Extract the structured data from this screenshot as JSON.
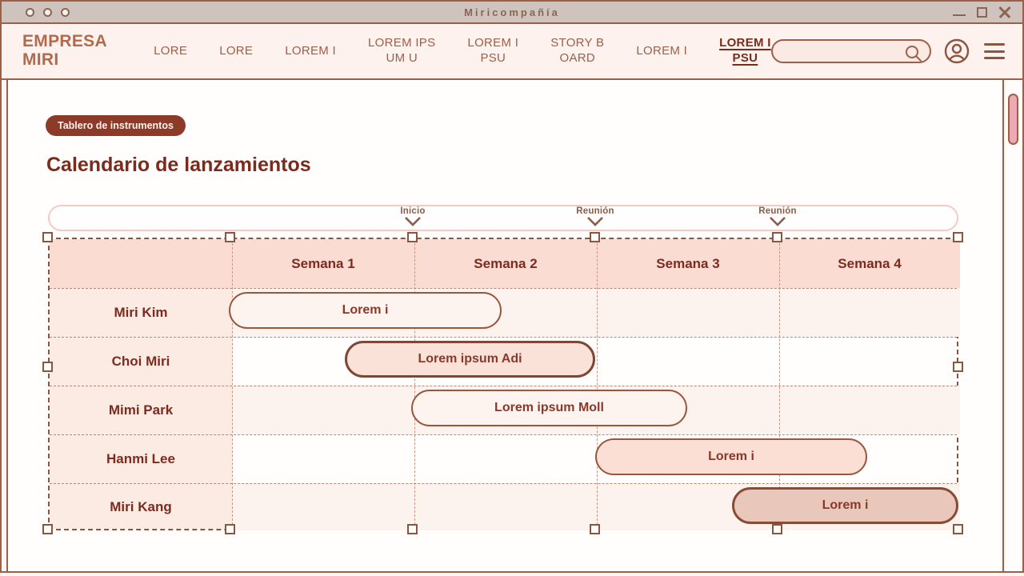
{
  "titlebar": {
    "title": "Miricompañía"
  },
  "header": {
    "logo_line1": "EMPRESA",
    "logo_line2": "MIRI",
    "nav": [
      {
        "line1": "LORE"
      },
      {
        "line1": "LORE"
      },
      {
        "line1": "LOREM I"
      },
      {
        "line1": "LOREM IPS",
        "line2": "UM U"
      },
      {
        "line1": "LOREM I",
        "line2": "PSU"
      },
      {
        "line1": "STORY B",
        "line2": "OARD"
      },
      {
        "line1": "LOREM I"
      },
      {
        "line1": "LOREM I",
        "line2": "PSU",
        "active": true
      }
    ],
    "search": {
      "value": "",
      "placeholder": ""
    }
  },
  "page": {
    "badge": "Tablero de instrumentos",
    "title": "Calendario de lanzamientos"
  },
  "timeline_markers": [
    {
      "label": "Inicio",
      "at_week_boundary": 2
    },
    {
      "label": "Reunión",
      "at_week_boundary": 3
    },
    {
      "label": "Reunión",
      "at_week_boundary": 4
    }
  ],
  "schedule": {
    "week_headers": [
      "Semana 1",
      "Semana 2",
      "Semana 3",
      "Semana 4"
    ],
    "rows": [
      {
        "name": "Miri Kim",
        "task": {
          "label": "Lorem i",
          "start_week": 1.0,
          "end_week": 2.5,
          "fill": "#fdf3ef",
          "border_color": "#9a5740",
          "border_width": 2
        }
      },
      {
        "name": "Choi Miri",
        "task": {
          "label": "Lorem ipsum Adi",
          "start_week": 1.65,
          "end_week": 3.0,
          "fill": "#fbe2d9",
          "border_color": "#7e4634",
          "border_width": 3
        }
      },
      {
        "name": "Mimi Park",
        "task": {
          "label": "Lorem ipsum Moll",
          "start_week": 2.0,
          "end_week": 3.5,
          "fill": "#fdf3ef",
          "border_color": "#9a5740",
          "border_width": 2
        }
      },
      {
        "name": "Hanmi Lee",
        "task": {
          "label": "Lorem i",
          "start_week": 3.0,
          "end_week": 4.5,
          "fill": "#fcdfd4",
          "border_color": "#9a5740",
          "border_width": 2
        }
      },
      {
        "name": "Miri Kang",
        "task": {
          "label": "Lorem i",
          "start_week": 3.75,
          "end_week": 5.0,
          "fill": "#e9c7bb",
          "border_color": "#8a4a36",
          "border_width": 3
        }
      }
    ]
  },
  "icons": {
    "traffic_dots": "three-outlined-circles",
    "minimize": "dash",
    "maximize": "square-outline",
    "close": "x-cross",
    "search": "magnifier",
    "account": "person-in-circle",
    "menu": "hamburger",
    "timeline_marker": "chevron-down"
  },
  "colors": {
    "chrome_brown": "#9c5f48",
    "titlebar_bg": "#cec3bd",
    "titlebar_text": "#8d6452",
    "header_bg": "#fdf2ed",
    "logo": "#b26a4e",
    "nav_text": "#9c5f4b",
    "active_dark_red": "#7b2b1c",
    "badge_bg": "#8e3a28",
    "header_row_bg": "#fbdcd3",
    "name_col_bg": "#fcebe3",
    "selection_dash": "#8a5640",
    "scroll_thumb": "#eeaab3",
    "timeline_border": "#f2cbc5"
  }
}
